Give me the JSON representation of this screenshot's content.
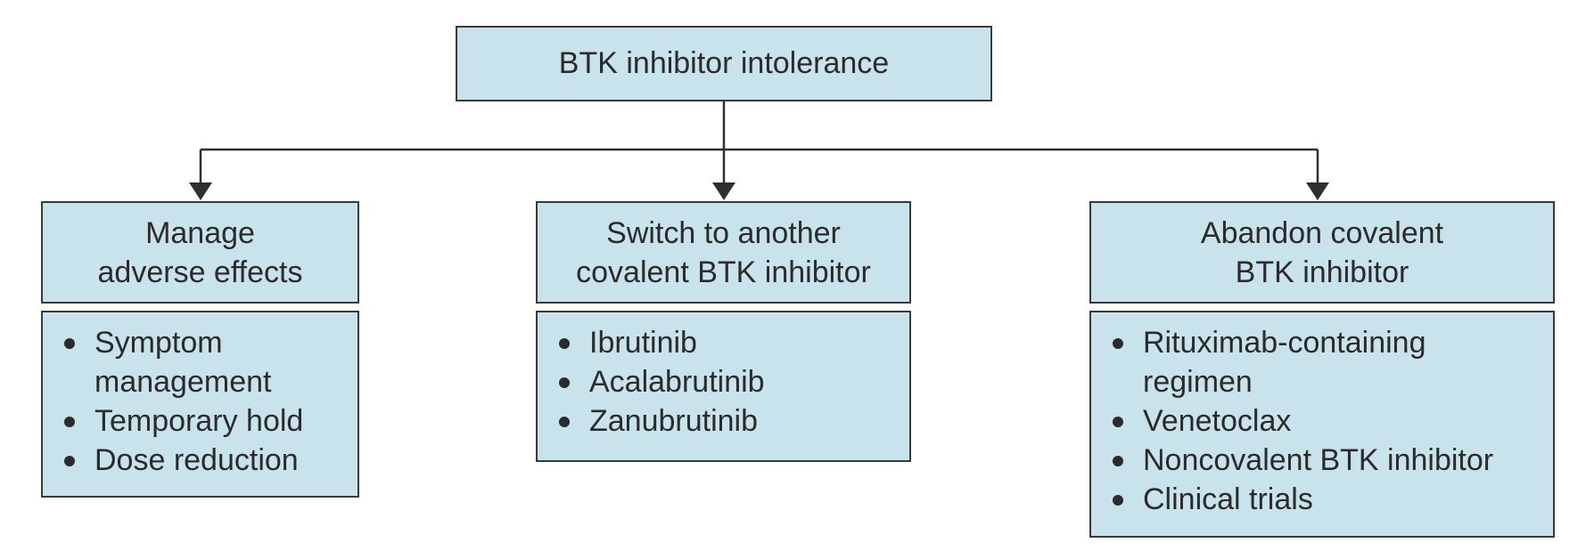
{
  "root": {
    "label": "BTK inhibitor intolerance"
  },
  "branches": [
    {
      "title_line1": "Manage",
      "title_line2": "adverse effects",
      "items": [
        {
          "line1": "Symptom",
          "line2": "management"
        },
        {
          "line1": "Temporary hold"
        },
        {
          "line1": "Dose reduction"
        }
      ]
    },
    {
      "title_line1": "Switch to another",
      "title_line2": "covalent BTK inhibitor",
      "items": [
        {
          "line1": "Ibrutinib"
        },
        {
          "line1": "Acalabrutinib"
        },
        {
          "line1": "Zanubrutinib"
        }
      ]
    },
    {
      "title_line1": "Abandon covalent",
      "title_line2": "BTK inhibitor",
      "items": [
        {
          "line1": "Rituximab-containing",
          "line2": "regimen"
        },
        {
          "line1": "Venetoclax"
        },
        {
          "line1": "Noncovalent BTK inhibitor"
        },
        {
          "line1": "Clinical trials"
        }
      ]
    }
  ],
  "colors": {
    "box_fill": "#c9e3ec",
    "box_border": "#3a3a3a",
    "connector": "#2f2f2f",
    "text": "#2b2b2b"
  }
}
